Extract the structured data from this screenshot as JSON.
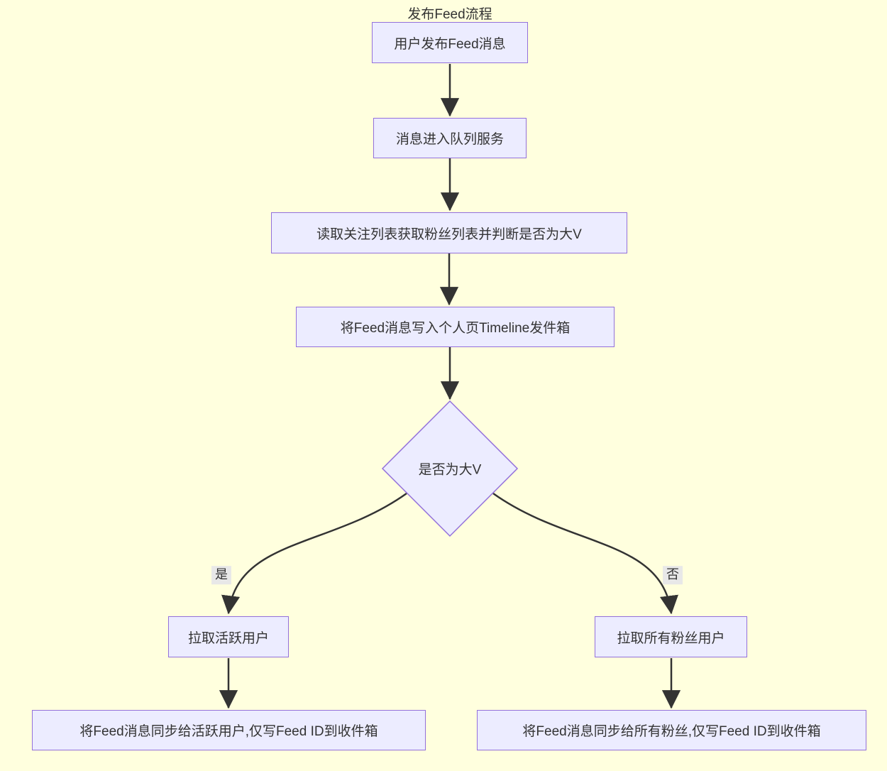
{
  "diagram": {
    "title": "发布Feed流程",
    "type": "flowchart-top-down"
  },
  "theme": {
    "bg": "#ffffde",
    "node-fill": "#ECECFF",
    "node-border": "#9370DB",
    "edge": "#333333",
    "text": "#333333",
    "label-bg": "#e8e8e8"
  },
  "nodes": {
    "publish": {
      "label": "用户发布Feed消息",
      "shape": "rect"
    },
    "queue": {
      "label": "消息进入队列服务",
      "shape": "rect"
    },
    "read_follow": {
      "label": "读取关注列表获取粉丝列表并判断是否为大V",
      "shape": "rect"
    },
    "write_timeline": {
      "label": "将Feed消息写入个人页Timeline发件箱",
      "shape": "rect"
    },
    "is_bigv": {
      "label": "是否为大V",
      "shape": "diamond"
    },
    "pull_active": {
      "label": "拉取活跃用户",
      "shape": "rect"
    },
    "pull_all_fans": {
      "label": "拉取所有粉丝用户",
      "shape": "rect"
    },
    "sync_active": {
      "label": "将Feed消息同步给活跃用户,仅写Feed ID到收件箱",
      "shape": "rect"
    },
    "sync_all_fans": {
      "label": "将Feed消息同步给所有粉丝,仅写Feed ID到收件箱",
      "shape": "rect"
    }
  },
  "edges": {
    "yes_label": "是",
    "no_label": "否",
    "connections": [
      "publish -> queue",
      "queue -> read_follow",
      "read_follow -> write_timeline",
      "write_timeline -> is_bigv",
      "is_bigv -(是)-> pull_active",
      "is_bigv -(否)-> pull_all_fans",
      "pull_active -> sync_active",
      "pull_all_fans -> sync_all_fans"
    ]
  }
}
